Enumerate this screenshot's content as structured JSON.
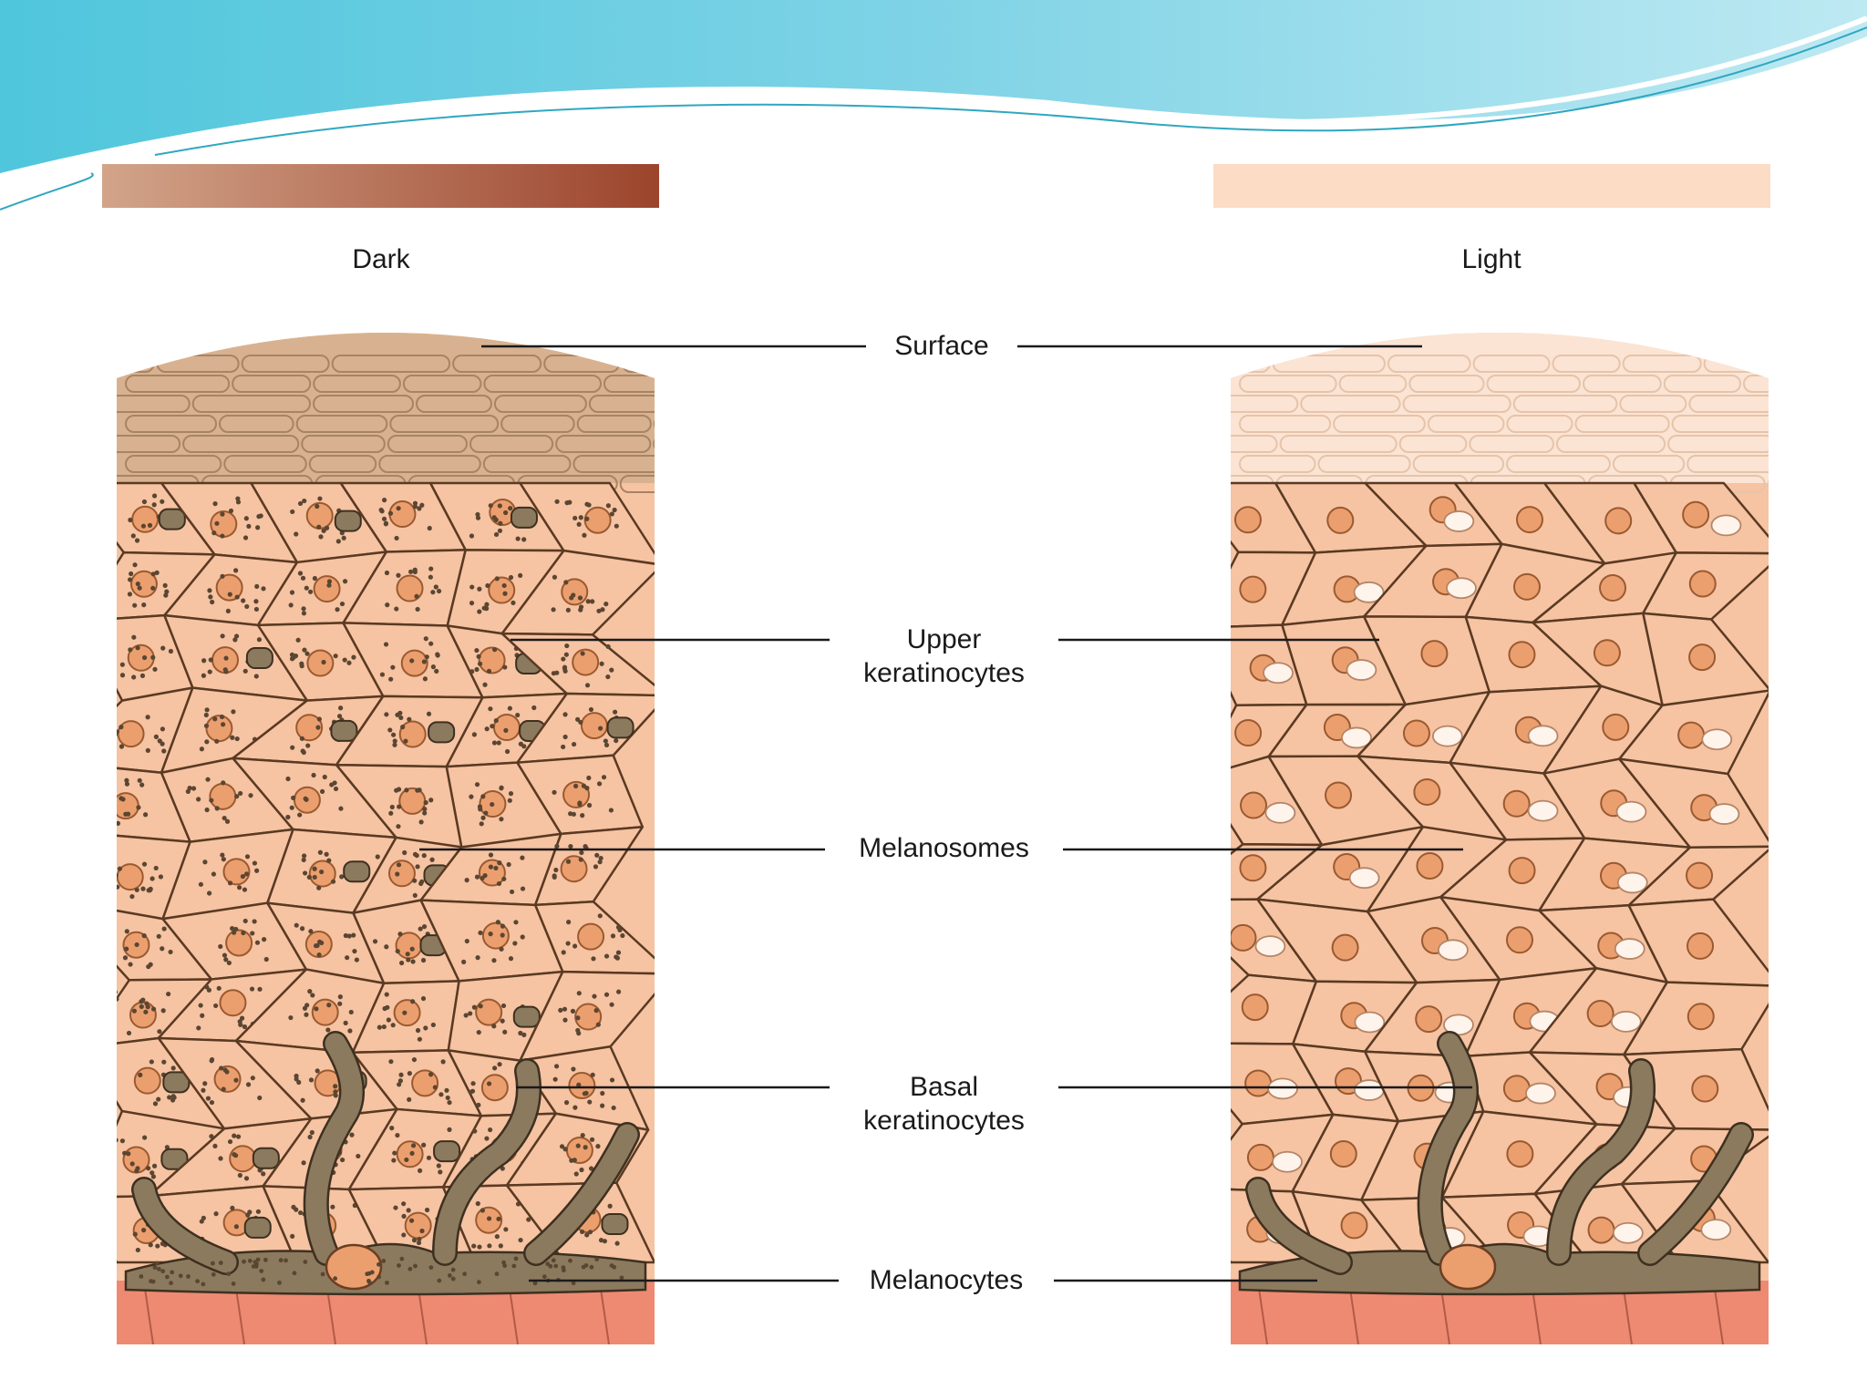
{
  "columns": {
    "dark": {
      "title": "Dark",
      "gradient_start": "#d2a48a",
      "gradient_end": "#9c442c"
    },
    "light": {
      "title": "Light",
      "color": "#fcdcc4"
    }
  },
  "labels": {
    "surface": [
      "Surface"
    ],
    "upper_keratinocytes": [
      "Upper",
      "keratinocytes"
    ],
    "melanosomes": [
      "Melanosomes"
    ],
    "basal_keratinocytes": [
      "Basal",
      "keratinocytes"
    ],
    "melanocytes": [
      "Melanocytes"
    ]
  },
  "colors": {
    "cell_fill": "#f6c3a3",
    "cell_outline": "#5a3a22",
    "nucleus": "#ec9f6e",
    "stratum_corneum_dark": "#d8b290",
    "stratum_corneum_light": "#fbe4d4",
    "dermis": "#ee8a72",
    "melanocyte": "#8c7a5e",
    "melanin_dot": "#5a4632",
    "wave_blue": "#5cc7d8"
  }
}
